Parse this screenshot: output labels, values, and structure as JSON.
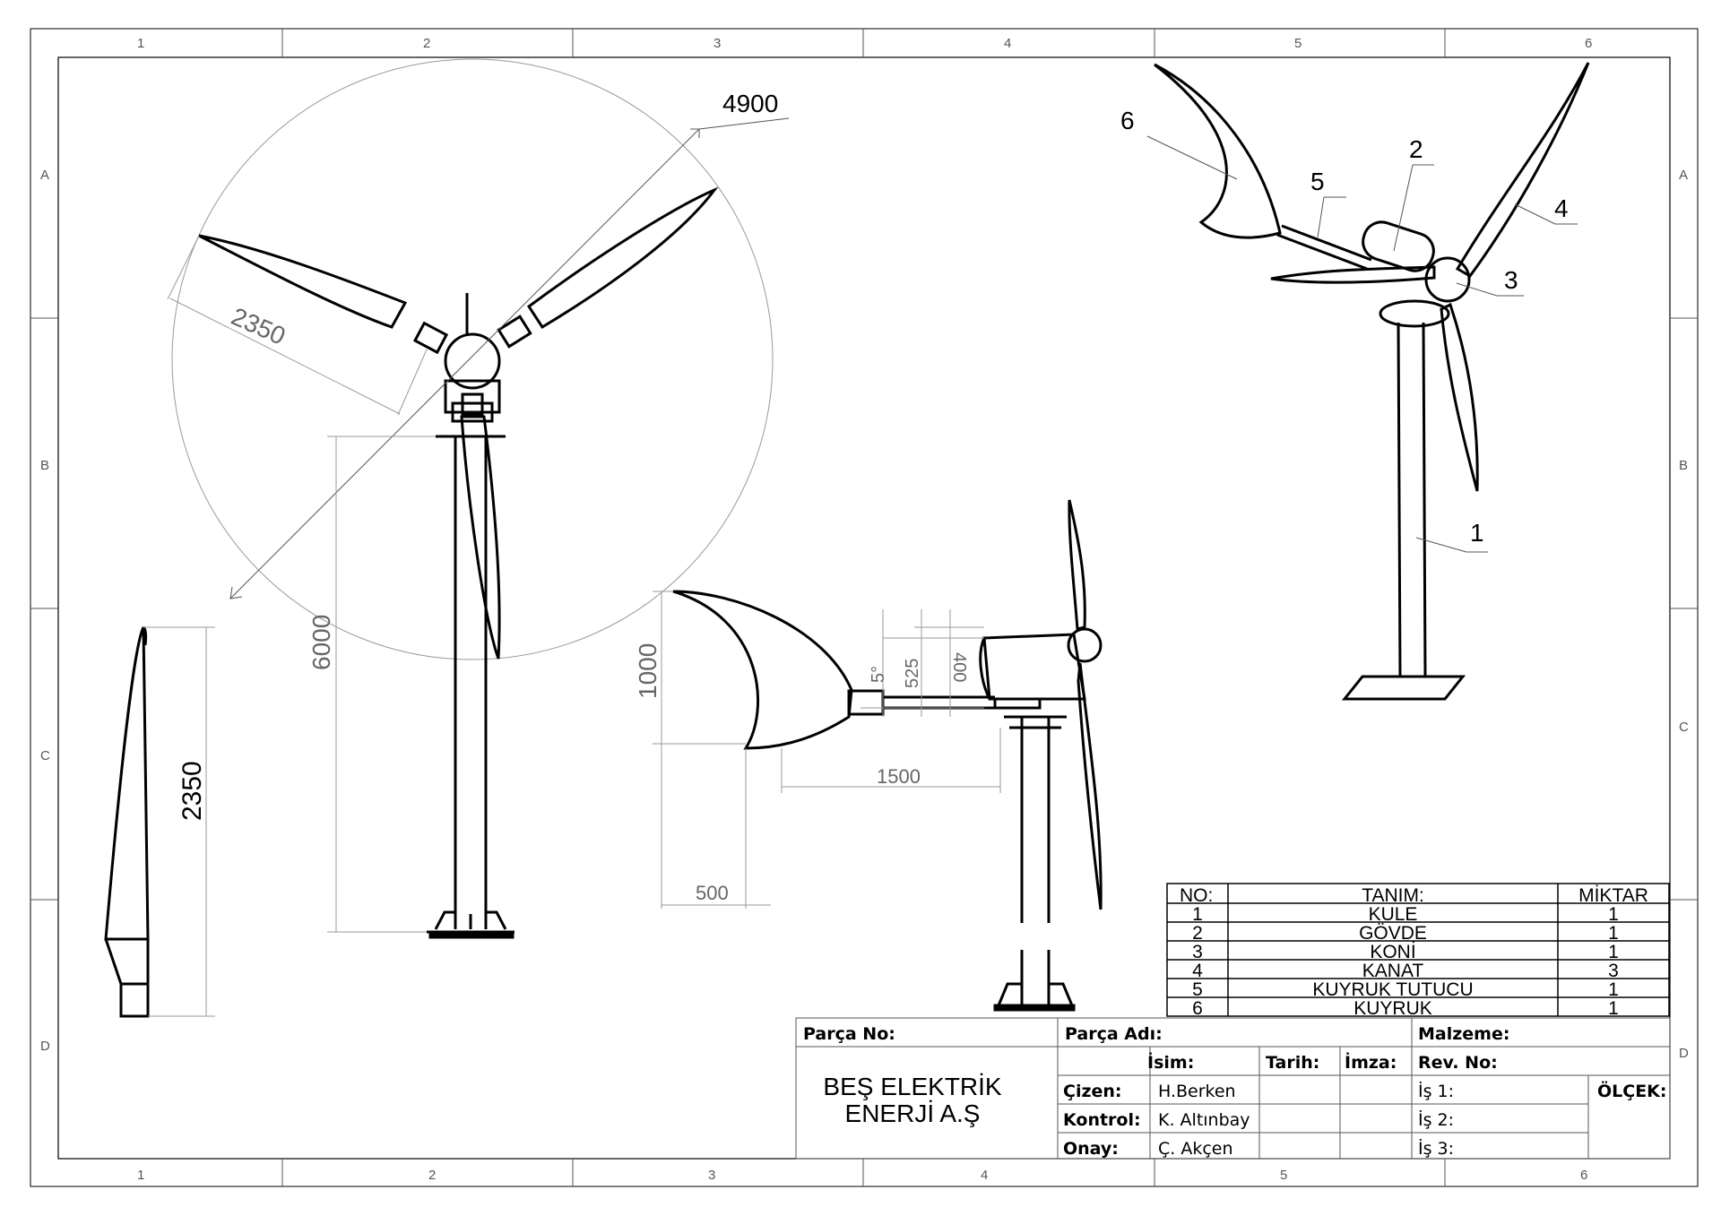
{
  "zones": {
    "columns": [
      "1",
      "2",
      "3",
      "4",
      "5",
      "6"
    ],
    "rows": [
      "A",
      "B",
      "C",
      "D"
    ]
  },
  "dimensions": {
    "rotor_diameter": "4900",
    "blade_length_front": "2350",
    "tower_height": "6000",
    "blade_length_detail": "2350",
    "tail_height": "1000",
    "tail_arm": "1500",
    "tail_offset": "500",
    "tilt_angle": "5°",
    "nacelle_h1": "525",
    "nacelle_h2": "400"
  },
  "balloons": [
    "1",
    "2",
    "3",
    "4",
    "5",
    "6"
  ],
  "bom": {
    "headers": {
      "no": "NO:",
      "desc": "TANIM:",
      "qty": "MİKTAR"
    },
    "rows": [
      {
        "no": "1",
        "desc": "KULE",
        "qty": "1"
      },
      {
        "no": "2",
        "desc": "GÖVDE",
        "qty": "1"
      },
      {
        "no": "3",
        "desc": "KONİ",
        "qty": "1"
      },
      {
        "no": "4",
        "desc": "KANAT",
        "qty": "3"
      },
      {
        "no": "5",
        "desc": "KUYRUK TUTUCU",
        "qty": "1"
      },
      {
        "no": "6",
        "desc": "KUYRUK",
        "qty": "1"
      }
    ]
  },
  "title_block": {
    "part_no_label": "Parça No:",
    "part_name_label": "Parça Adı:",
    "material_label": "Malzeme:",
    "company_line1": "BEŞ ELEKTRİK",
    "company_line2": "ENERJİ A.Ş",
    "name_col": "İsim:",
    "date_col": "Tarih:",
    "sign_col": "İmza:",
    "rev_label": "Rev. No:",
    "drawn_label": "Çizen:",
    "drawn_name": "H.Berken",
    "check_label": "Kontrol:",
    "check_name": "K. Altınbay",
    "approve_label": "Onay:",
    "approve_name": "Ç. Akçen",
    "job1": "İş 1:",
    "job2": "İş 2:",
    "job3": "İş 3:",
    "scale_label": "ÖLÇEK:"
  }
}
